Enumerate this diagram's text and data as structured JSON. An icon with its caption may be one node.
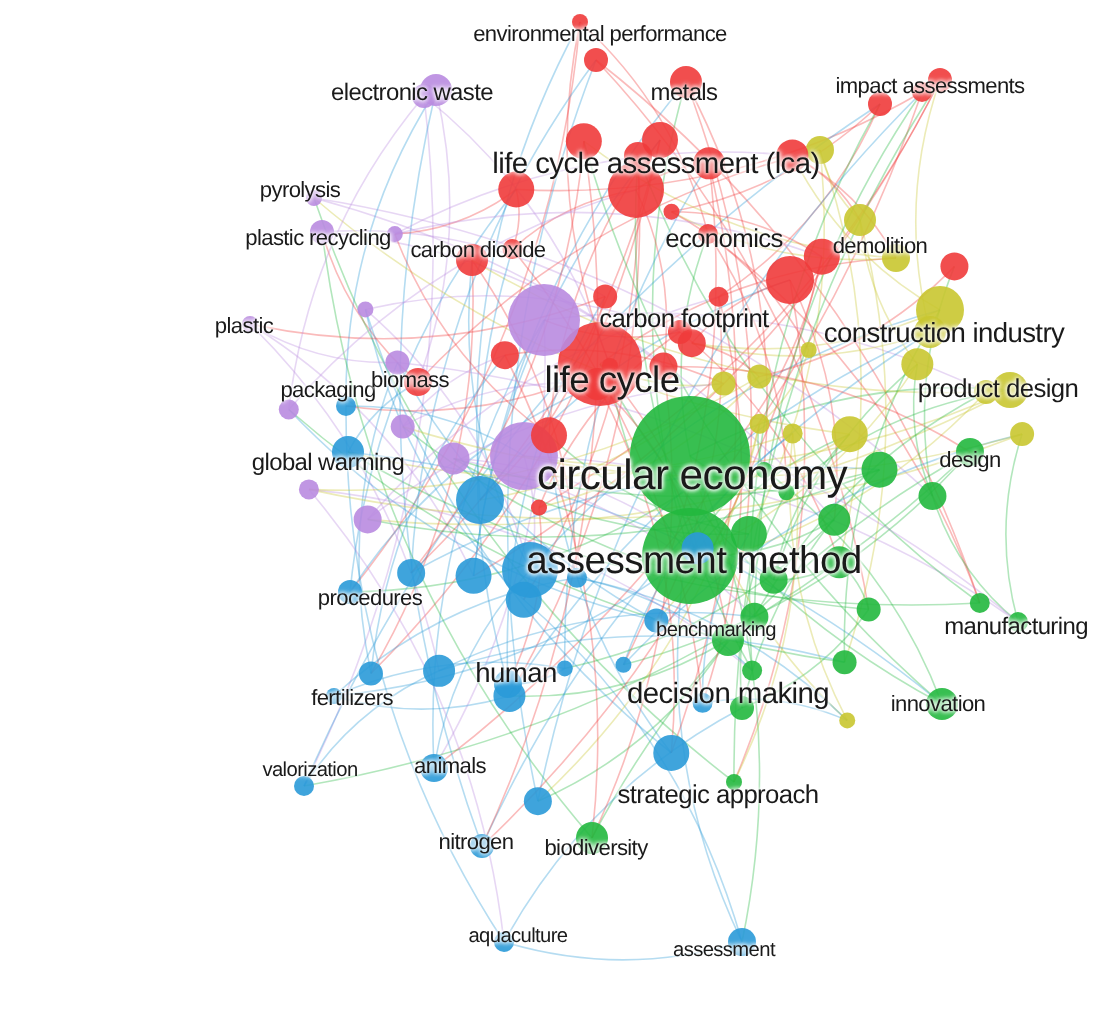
{
  "diagram": {
    "labels": [
      "environmental performance",
      "electronic waste",
      "metals",
      "impact assessments",
      "life cycle assessment (lca)",
      "pyrolysis",
      "plastic recycling",
      "carbon dioxide",
      "economics",
      "demolition",
      "plastic",
      "carbon footprint",
      "construction industry",
      "packaging",
      "biomass",
      "life cycle",
      "product design",
      "global warming",
      "circular economy",
      "design",
      "assessment method",
      "procedures",
      "benchmarking",
      "manufacturing",
      "human",
      "fertilizers",
      "decision making",
      "innovation",
      "valorization",
      "animals",
      "strategic approach",
      "nitrogen",
      "biodiversity",
      "aquaculture",
      "assessment"
    ]
  }
}
